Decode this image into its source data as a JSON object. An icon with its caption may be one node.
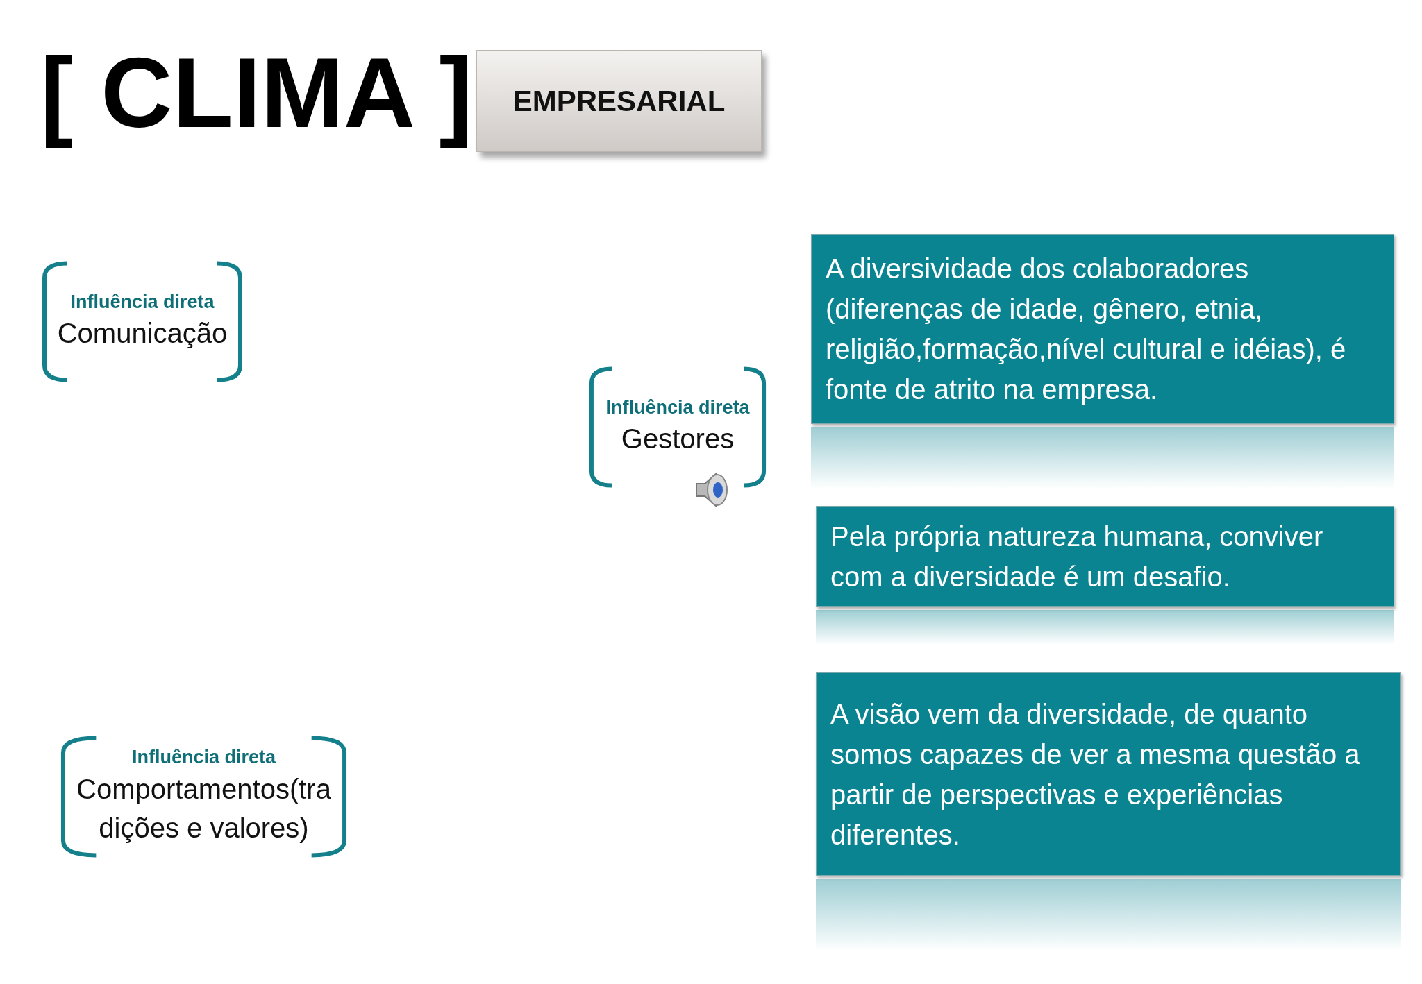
{
  "diagram": {
    "title": "[ CLIMA ]",
    "nodes": [
      {
        "text": [
          "EMPRESARIAL"
        ]
      },
      {
        "text": [
          "Influência direta",
          "Comunicação"
        ]
      },
      {
        "text": [
          "Influência direta",
          "Gestores"
        ]
      },
      {
        "text": [
          "Influência direta",
          "Comportamentos(tradições e valores)"
        ]
      },
      {
        "text": [
          "A diversividade dos colaboradores (diferenças de idade, gênero, etnia, religião,formação,nível cultural e idéias), é fonte de atrito na empresa."
        ]
      },
      {
        "text": [
          "Pela própria natureza humana, conviver com a diversidade é um desafio."
        ]
      },
      {
        "text": [
          "A visão vem da diversidade, de quanto somos capazes de ver a mesma questão a partir de perspectivas e experiências diferentes."
        ]
      }
    ]
  }
}
